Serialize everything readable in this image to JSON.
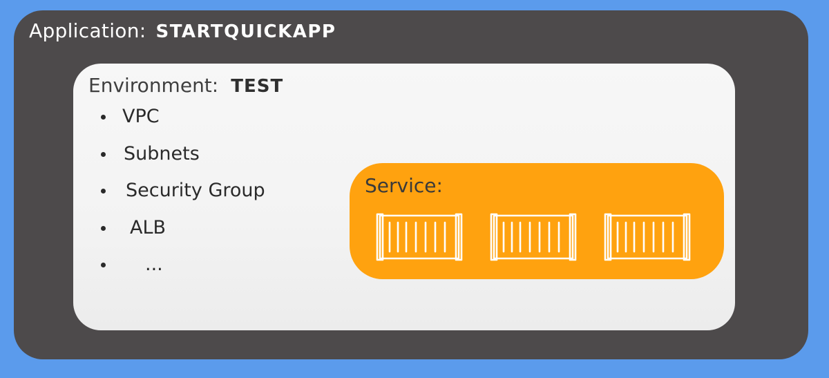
{
  "application": {
    "label": "Application:",
    "name": "STARTQUICKAPP"
  },
  "environment": {
    "label": "Environment:",
    "name": "TEST",
    "items": [
      "VPC",
      "Subnets",
      "Security Group",
      "ALB",
      "..."
    ]
  },
  "service": {
    "label": "Service:",
    "containers": [
      "container-icon",
      "container-icon",
      "container-icon"
    ]
  },
  "colors": {
    "background": "#5b9bec",
    "application_box": "#4d4a4b",
    "environment_box": "#f4f4f4",
    "service_box": "#ffa20f",
    "container_stroke": "#ffffff"
  }
}
